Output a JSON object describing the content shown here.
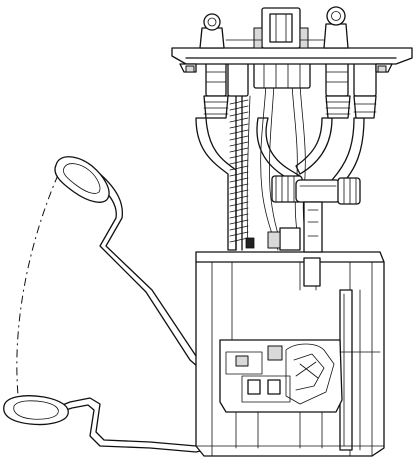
{
  "diagram": {
    "parts": [
      "mounting-flange",
      "electrical-connector",
      "fuel-line-fittings",
      "fuel-hoses",
      "guide-spring",
      "wiring-harness",
      "fuel-pressure-regulator",
      "pump-reservoir",
      "level-sensor-housing",
      "float-arm",
      "float",
      "float-swing-arc"
    ]
  }
}
